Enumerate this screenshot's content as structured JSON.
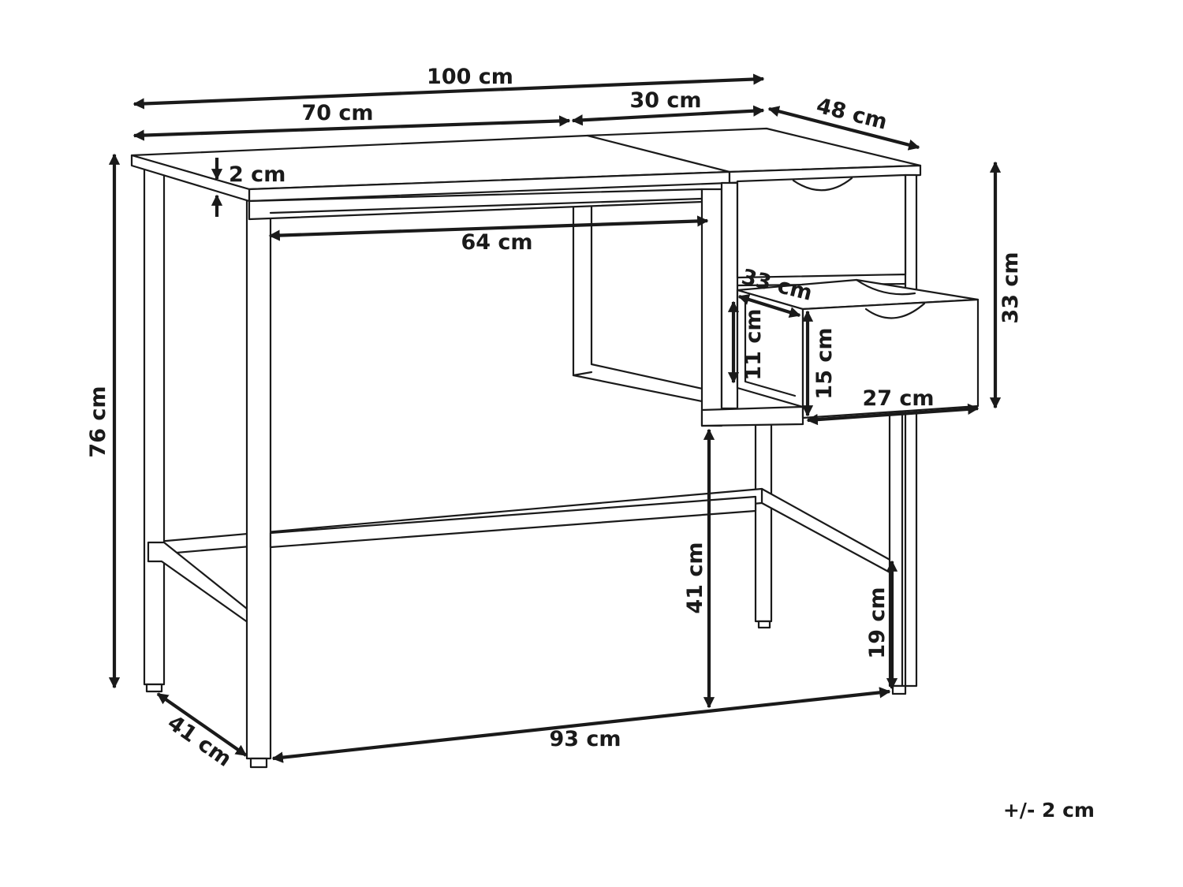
{
  "dimensions": {
    "total_width": "100 cm",
    "desk_width": "70 cm",
    "cabinet_width": "30 cm",
    "depth": "48 cm",
    "top_thickness": "2 cm",
    "inner_width": "64 cm",
    "drawer_depth": "33 cm",
    "drawer_inner_height": "11 cm",
    "drawer_front_height": "15 cm",
    "drawer_width": "27 cm",
    "cabinet_height": "33 cm",
    "total_height": "76 cm",
    "legroom_height": "41 cm",
    "foot_bar_height": "19 cm",
    "leg_depth": "41 cm",
    "base_width": "93 cm"
  },
  "tolerance": "+/- 2 cm",
  "colors": {
    "line": "#1a1a1a",
    "background": "#ffffff"
  }
}
